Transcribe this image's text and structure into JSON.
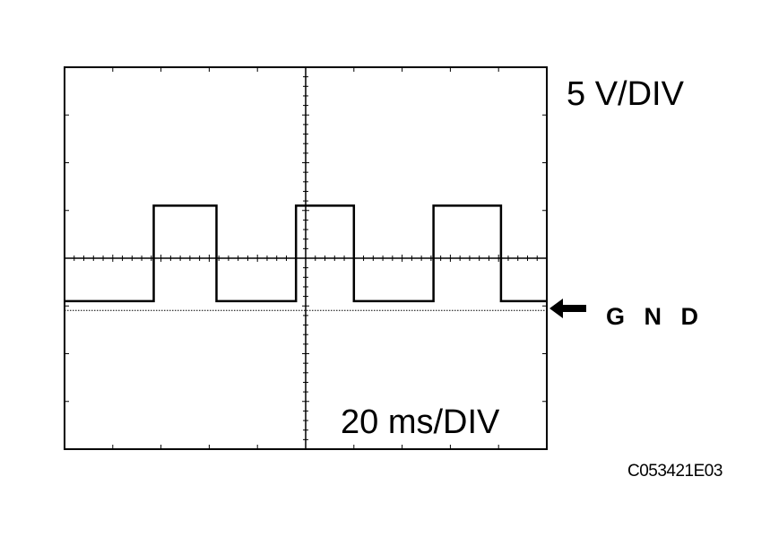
{
  "scope": {
    "volts_per_div_label": "5 V/DIV",
    "time_per_div_label": "20 ms/DIV",
    "ground_label": "G N D",
    "figure_code": "C053421E03",
    "arrow_icon": "left-arrow-icon"
  },
  "chart_data": {
    "type": "line",
    "title": "",
    "xlabel": "",
    "ylabel": "",
    "divisions": {
      "horizontal": 10,
      "vertical": 8
    },
    "units": {
      "x": "ms",
      "y": "V"
    },
    "x_per_div": 20,
    "y_per_div": 5,
    "xlim": [
      0,
      200
    ],
    "ylim": [
      -15,
      25
    ],
    "ground_level": 0,
    "series": [
      {
        "x": [
          0,
          37,
          37,
          63,
          63,
          96,
          96,
          120,
          120,
          153,
          153,
          181,
          181,
          200
        ],
        "y": [
          0.5,
          0.5,
          10.5,
          10.5,
          0.5,
          0.5,
          10.5,
          10.5,
          0.5,
          0.5,
          10.5,
          10.5,
          0.5,
          0.5
        ]
      }
    ]
  }
}
